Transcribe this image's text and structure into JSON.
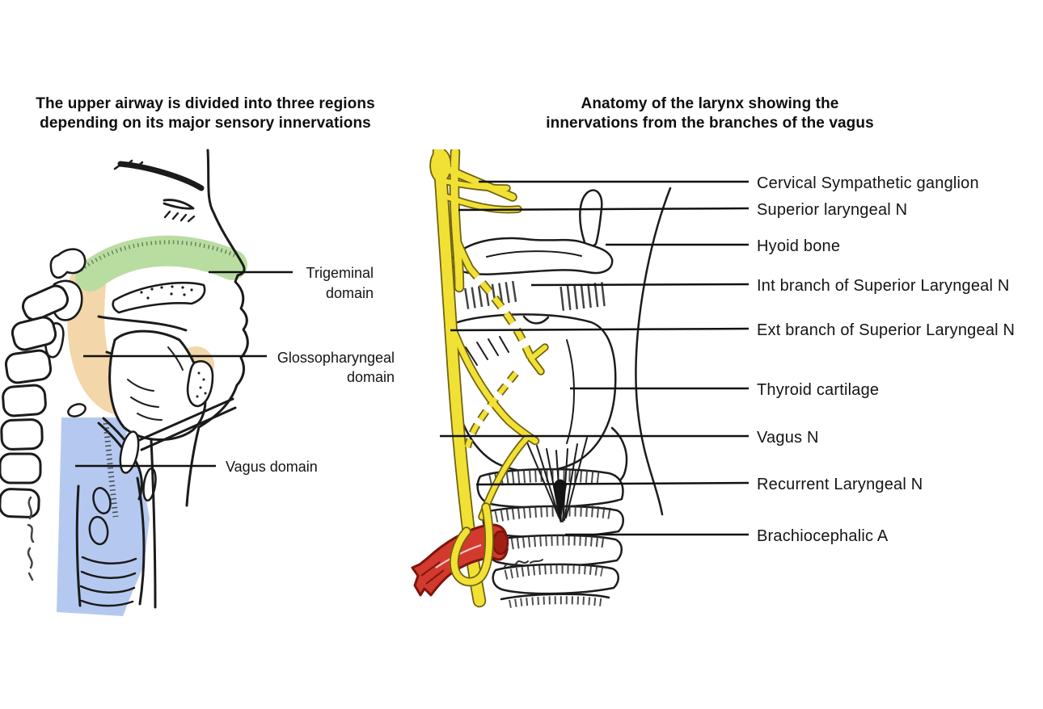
{
  "figure": {
    "background": "#ffffff"
  },
  "left_figure": {
    "title": {
      "line1": "The upper airway is divided into three regions",
      "line2": "depending on its major sensory innervations"
    },
    "labels": {
      "trigeminal": {
        "line1": "Trigeminal",
        "line2": "domain"
      },
      "glossopharyngeal": {
        "line1": "Glossopharyngeal",
        "line2": "domain"
      },
      "vagus": {
        "text": "Vagus domain"
      }
    },
    "regions": {
      "trigeminal_color": "#b9dda1",
      "glossopharyngeal_color": "#f3d6a9",
      "vagus_color": "#b5c9f0"
    }
  },
  "right_figure": {
    "title": {
      "line1": "Anatomy of the larynx showing the",
      "line2": "innervations from the branches of the vagus"
    },
    "labels": [
      "Cervical Sympathetic ganglion",
      "Superior laryngeal N",
      "Hyoid bone",
      "Int branch of Superior Laryngeal N",
      "Ext branch of Superior Laryngeal N",
      "Thyroid cartilage",
      "Vagus N",
      "Recurrent Laryngeal N",
      "Brachiocephalic A"
    ],
    "colors": {
      "nerve_yellow": "#f2e135",
      "artery_red": "#d23a2e",
      "ink": "#1c1c1c"
    }
  }
}
